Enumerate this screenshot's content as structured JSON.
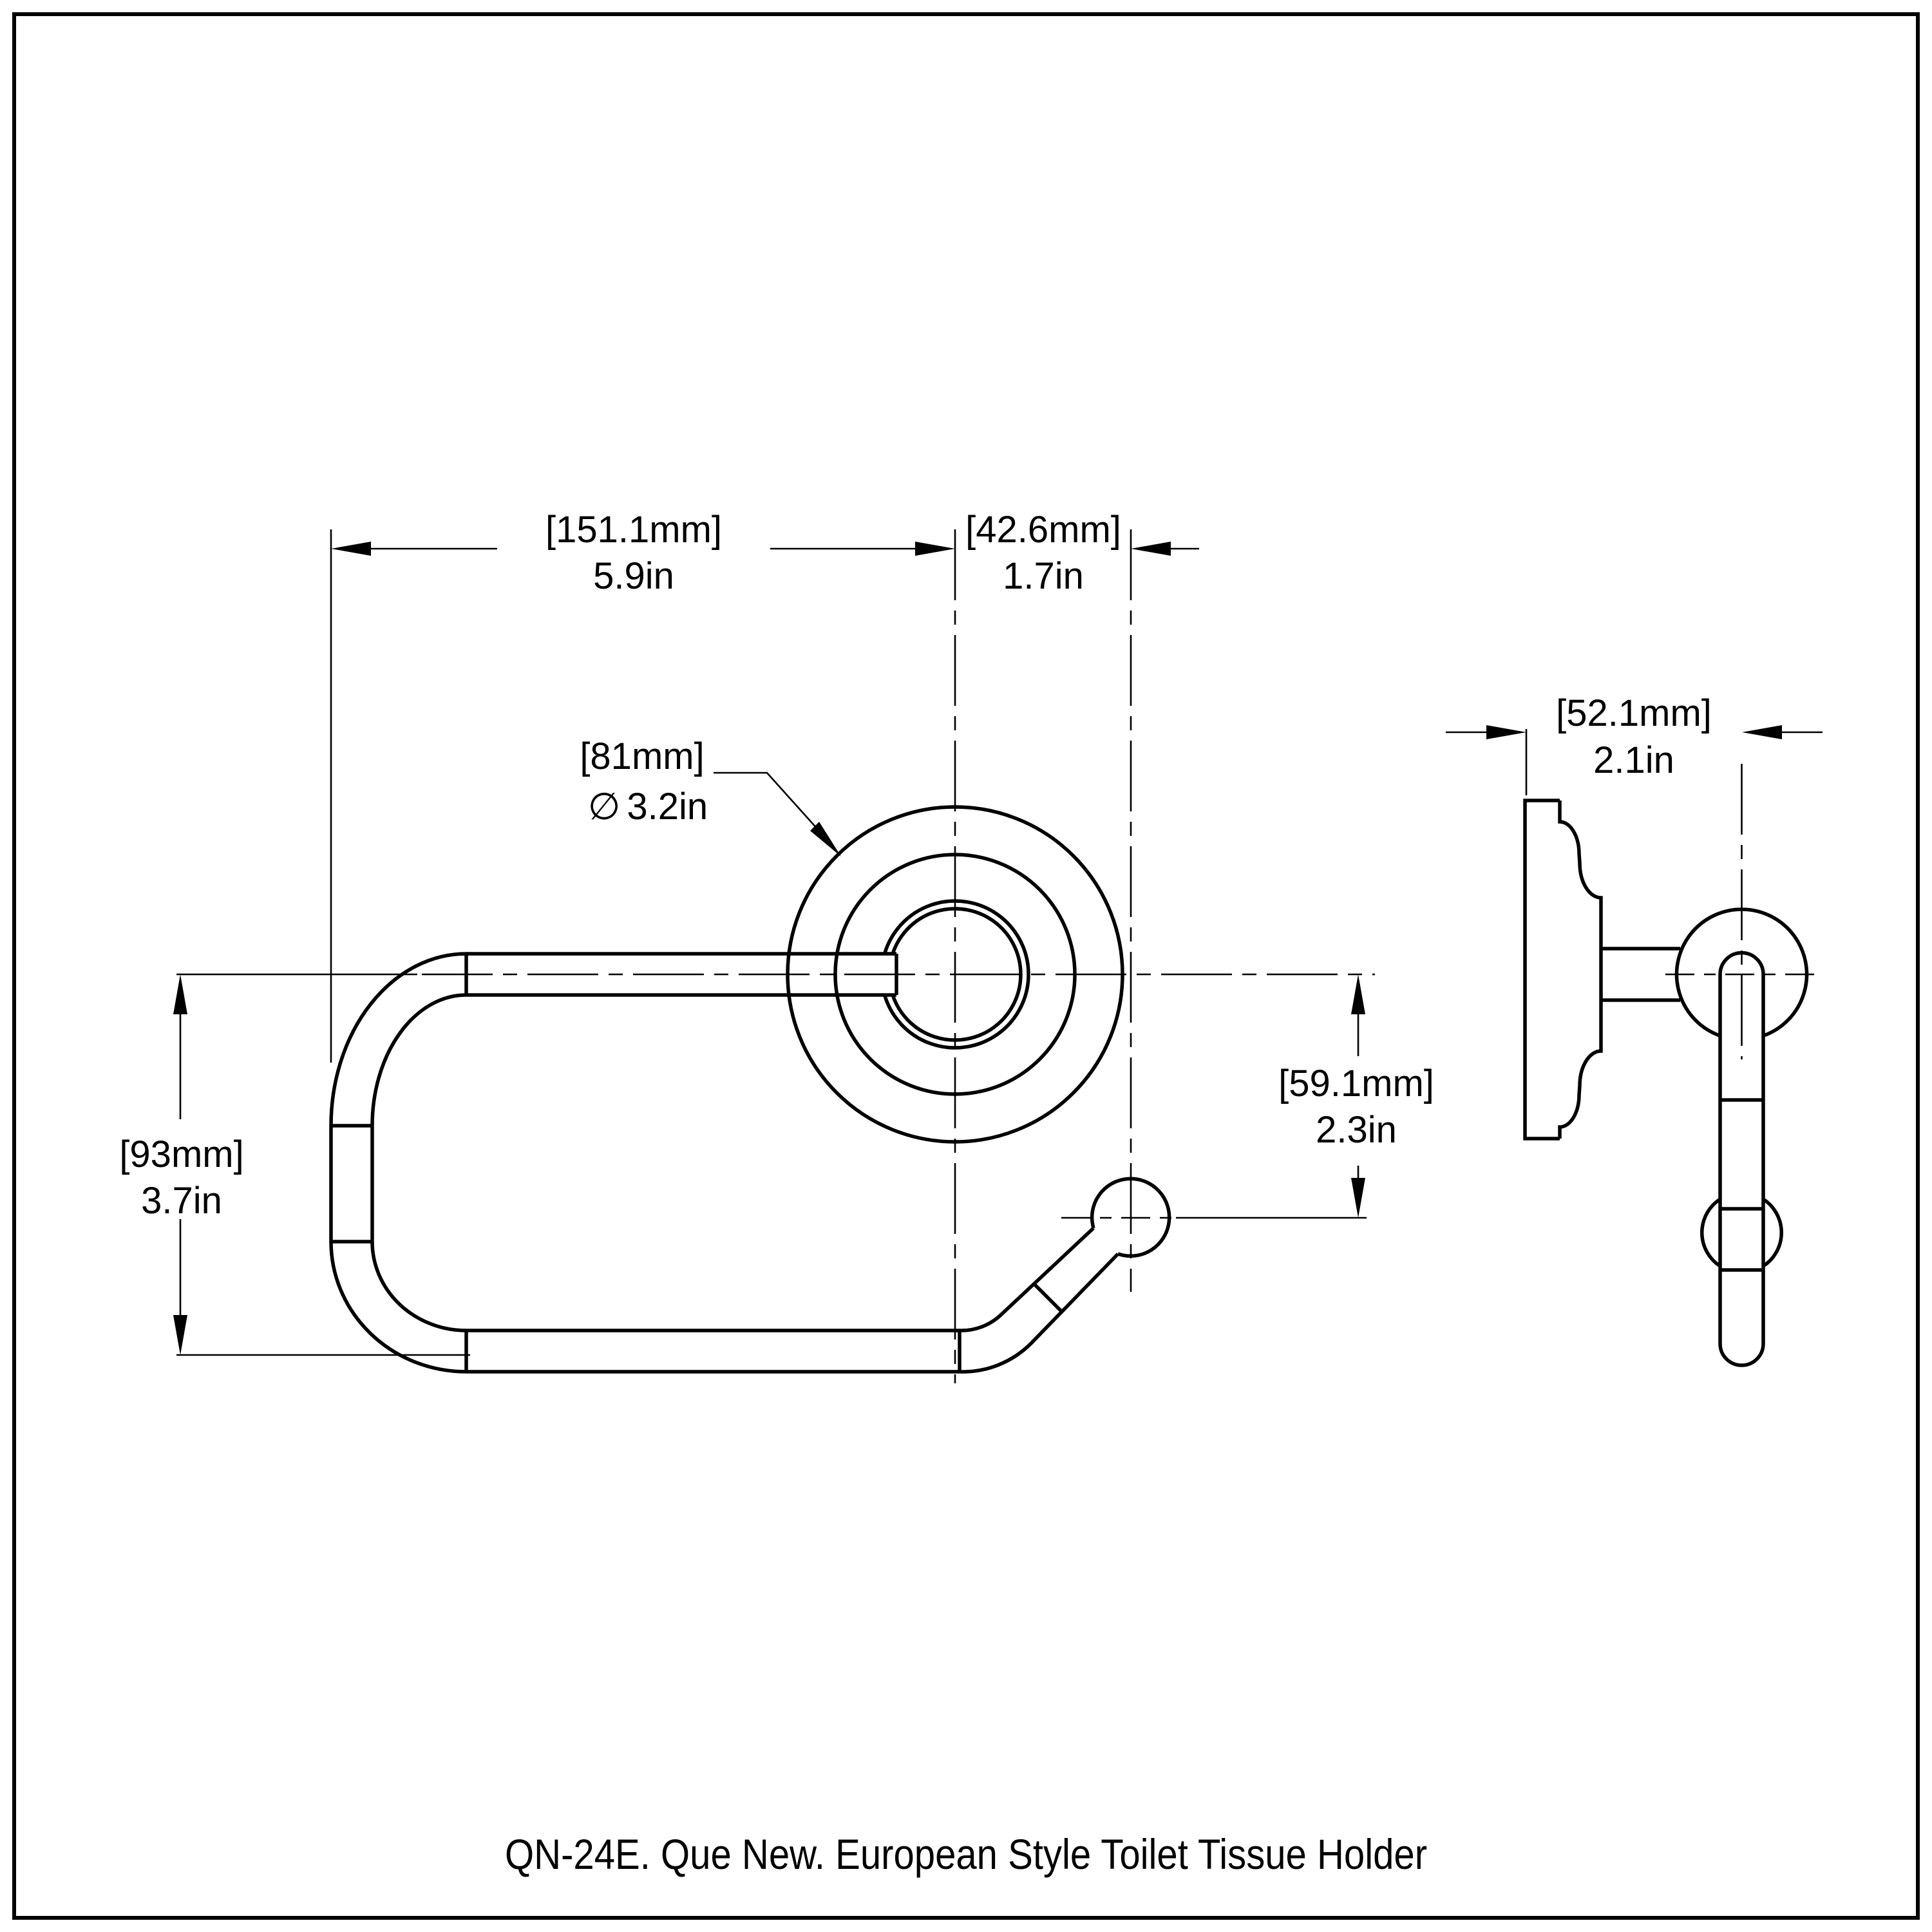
{
  "page": {
    "background": "#ffffff",
    "line_color": "#000000",
    "border_color": "#000000"
  },
  "title": {
    "caption": "QN-24E. Que New. European Style Toilet Tissue Holder"
  },
  "symbols": {
    "diameter": "∅"
  },
  "views": {
    "front": "front-elevation-of-holder",
    "side": "side-profile-of-holder"
  },
  "dimensions": {
    "overall_width": {
      "mm": "[151.1mm]",
      "inch": "5.9in"
    },
    "center_to_hook": {
      "mm": "[42.6mm]",
      "inch": "1.7in"
    },
    "flange_diameter": {
      "mm": "[81mm]",
      "inch": "3.2in"
    },
    "overall_height": {
      "mm": "[93mm]",
      "inch": "3.7in"
    },
    "center_drop": {
      "mm": "[59.1mm]",
      "inch": "2.3in"
    },
    "wall_projection": {
      "mm": "[52.1mm]",
      "inch": "2.1in"
    }
  }
}
